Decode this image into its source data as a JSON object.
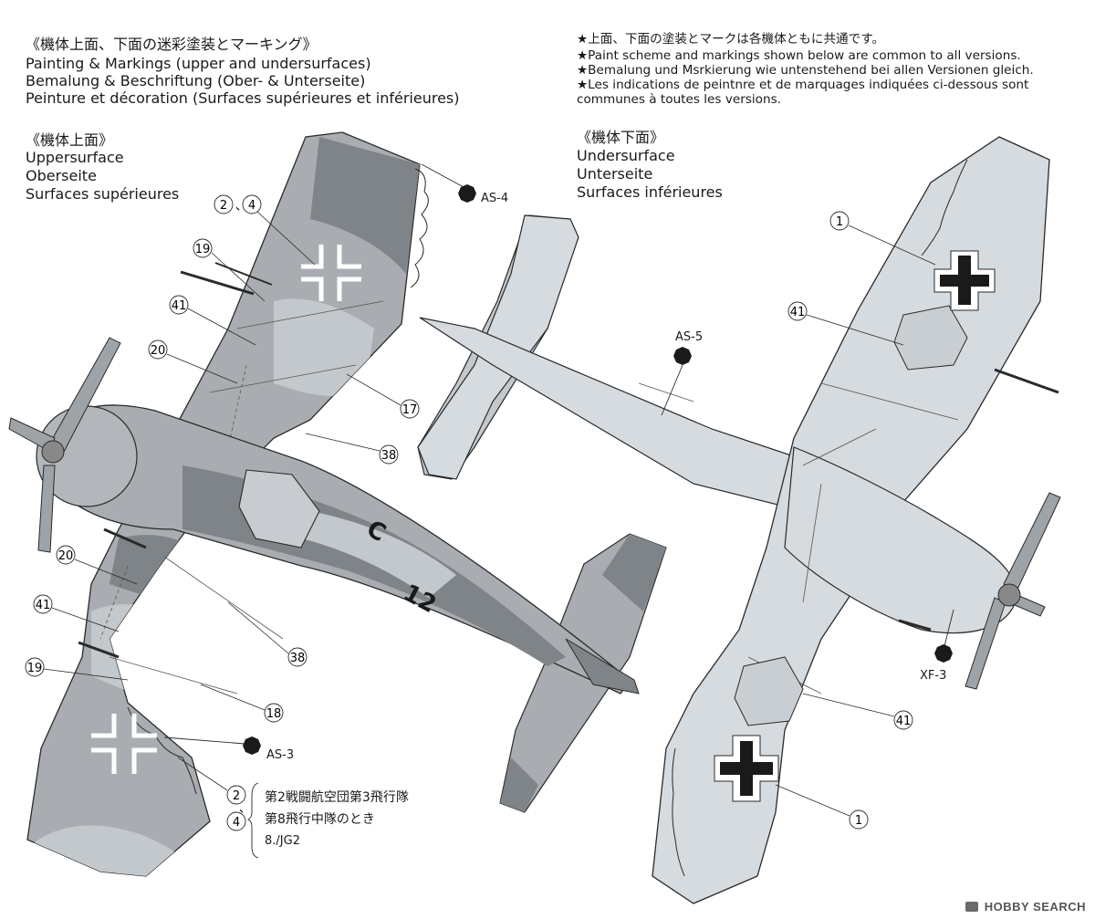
{
  "header": {
    "title_jp": "《機体上面、下面の迷彩塗装とマーキング》",
    "title_en": "Painting & Markings (upper and undersurfaces)",
    "title_de": "Bemalung & Beschriftung (Ober- & Unterseite)",
    "title_fr": "Peinture et décoration (Surfaces supérieures et inférieures)"
  },
  "note": {
    "jp": "★上面、下面の塗装とマークは各機体ともに共通です。",
    "en": "★Paint scheme and markings shown below are common to all versions.",
    "de": "★Bemalung und Msrkierung wie untenstehend bei allen Versionen gleich.",
    "fr1": "★Les indications de peintnre et de marquages indiquées ci-dessous sont",
    "fr2": "communes à toutes les versions."
  },
  "upper": {
    "title_jp": "《機体上面》",
    "title_en": "Uppersurface",
    "title_de": "Oberseite",
    "title_fr": "Surfaces supérieures"
  },
  "lower": {
    "title_jp": "《機体下面》",
    "title_en": "Undersurface",
    "title_de": "Unterseite",
    "title_fr": "Surfaces inférieures"
  },
  "paints": {
    "as4": "AS-4",
    "as5": "AS-5",
    "as3": "AS-3",
    "xf3": "XF-3"
  },
  "callouts": {
    "c24_a": "2",
    "c24_sep": "、",
    "c24_b": "4",
    "c19": "19",
    "c41": "41",
    "c20": "20",
    "c17": "17",
    "c38": "38",
    "c20b": "20",
    "c41b": "41",
    "c38b": "38",
    "c19b": "19",
    "c18": "18",
    "c2": "2",
    "c4": "4",
    "c1a": "1",
    "c41c": "41",
    "c41d": "41",
    "c1b": "1"
  },
  "version": {
    "line1": "第2戦闘航空団第3飛行隊",
    "line2": "第8飛行中隊のとき",
    "line3": "8./JG2",
    "sep": "、"
  },
  "watermark": {
    "brand": "HOBBY",
    "search": "SEARCH"
  },
  "colors": {
    "upper_grey": "#a9adb1",
    "camo_dark": "#7f8489",
    "camo_light": "#c3c8cc",
    "under_blue": "#d6dbe0",
    "cross_black": "#1a1a1a",
    "line": "#2a2a2a"
  }
}
